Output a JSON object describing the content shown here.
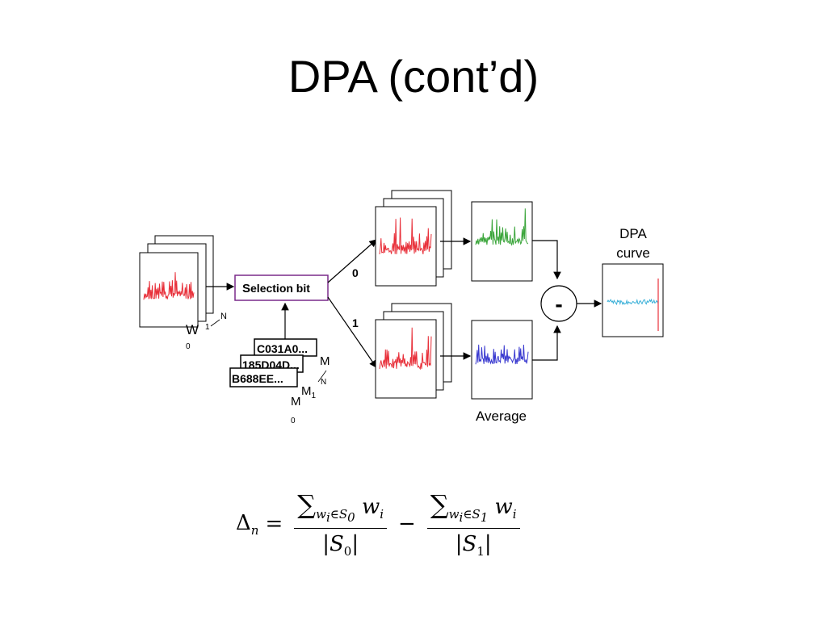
{
  "slide": {
    "title": "DPA (cont’d)"
  },
  "diagram": {
    "traces_index_W": "W",
    "traces_index_start": "0",
    "traces_index_end_1": "1",
    "traces_index_end_N": "N",
    "selection_label_bold": "S",
    "selection_label_rest": "election bit",
    "plaintexts": [
      "C031A0...",
      "185D04D...",
      "B688EE..."
    ],
    "plaintext_index_M": "M",
    "plaintext_index_0": "0",
    "plaintext_index_M1": "M",
    "plaintext_index_1": "1",
    "plaintext_index_top_M": "M",
    "plaintext_index_N": "N",
    "branch_0_label": "0",
    "branch_1_label": "1",
    "subtract_symbol": "-",
    "average_label": "Average",
    "dpa_curve_label_line1": "DPA",
    "dpa_curve_label_line2": "curve",
    "colors": {
      "trace_red": "#e8303a",
      "trace_green": "#3aa53a",
      "trace_blue": "#3a3ad0",
      "dpa_cyan": "#3ab0d8",
      "selection_border": "#7a2a8a"
    }
  },
  "formula": {
    "lhs": "Δ",
    "lhs_sub": "n",
    "equals": "=",
    "sum": "∑",
    "term1_sub": "w",
    "term1_sub_i": "i",
    "term1_set": "∈S",
    "term1_set_sub": "0",
    "term1_w": "w",
    "term1_w_sub": "i",
    "term1_den": "|S",
    "term1_den_sub": "0",
    "term1_den_close": "|",
    "minus": "−",
    "term2_sub": "w",
    "term2_sub_i": "i",
    "term2_set": "∈S",
    "term2_set_sub": "1",
    "term2_w": "w",
    "term2_w_sub": "i",
    "term2_den": "|S",
    "term2_den_sub": "1",
    "term2_den_close": "|"
  }
}
